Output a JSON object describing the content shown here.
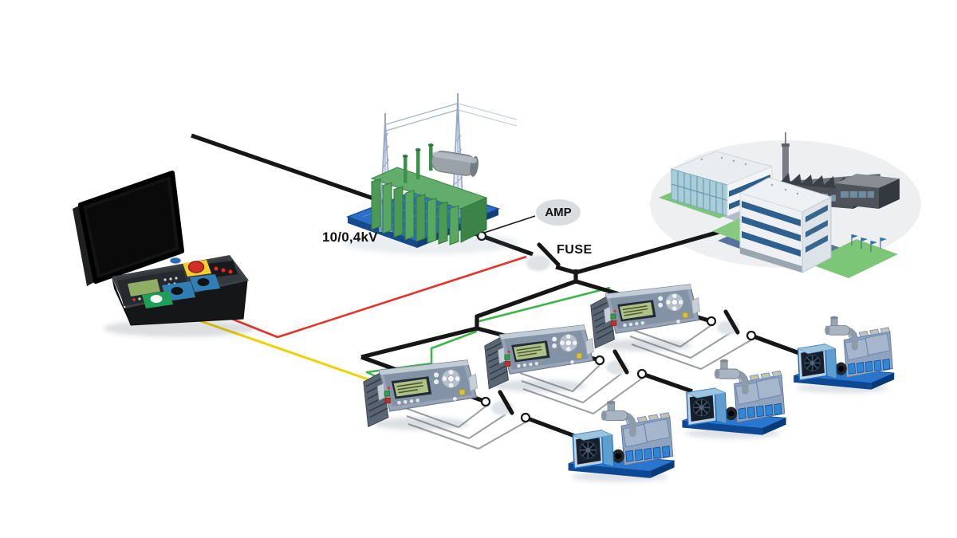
{
  "diagram": {
    "labels": {
      "transformer_voltage": "10/0,4kV",
      "amp_badge": "AMP",
      "fuse": "FUSE"
    },
    "colors": {
      "power_line": "#161616",
      "measurement_line_red": "#e63228",
      "control_line_yellow": "#efd103",
      "comm_line_green": "#3eb54b",
      "wiring_line_gray": "#9b9fa3",
      "amp_badge_bg": "#d9dde0",
      "transformer_green": "#55a260",
      "platform_blue": "#2b6fc6",
      "genset_blue": "#2277cf",
      "controller_gray": "#97a5b6",
      "lawn_green": "#7cc678",
      "factory_gray": "#4b5157",
      "case_black": "#121314"
    },
    "devices": [
      {
        "name": "remote-control-case"
      },
      {
        "name": "hv-transformer"
      },
      {
        "name": "utility-buildings"
      },
      {
        "name": "current-transformer"
      },
      {
        "name": "amp-measure-badge"
      },
      {
        "name": "mains-fuse"
      },
      {
        "name": "genset-controller-1"
      },
      {
        "name": "genset-controller-2"
      },
      {
        "name": "genset-controller-3"
      },
      {
        "name": "circuit-breaker-1"
      },
      {
        "name": "circuit-breaker-2"
      },
      {
        "name": "circuit-breaker-3"
      },
      {
        "name": "genset-1"
      },
      {
        "name": "genset-2"
      },
      {
        "name": "genset-3"
      }
    ]
  }
}
